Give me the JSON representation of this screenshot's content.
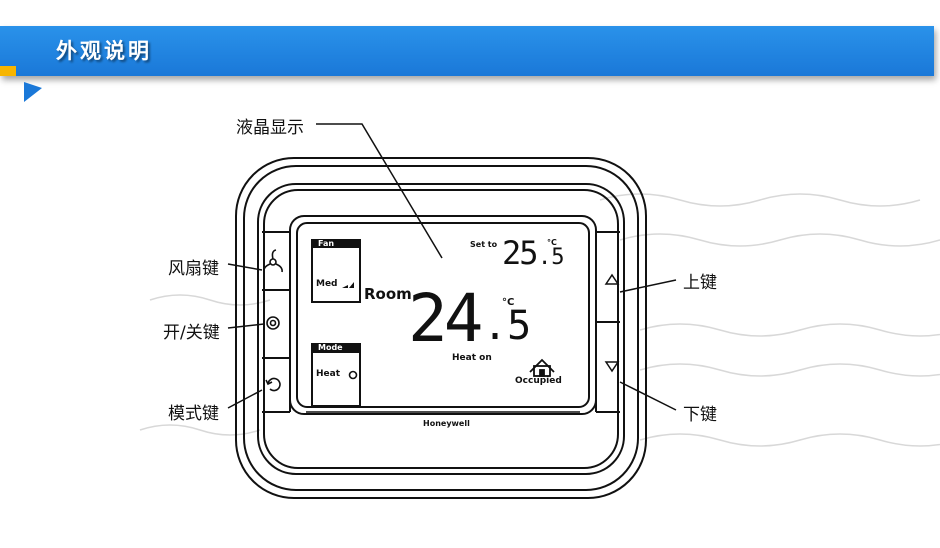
{
  "header": {
    "title": "外观说明"
  },
  "labels": {
    "lcd": "液晶显示",
    "fan_key": "风扇键",
    "power_key": "开/关键",
    "mode_key": "模式键",
    "up_key": "上键",
    "down_key": "下键"
  },
  "lcd": {
    "fan_box_title": "Fan",
    "fan_speed": "Med",
    "mode_box_title": "Mode",
    "mode_value": "Heat",
    "set_to_label": "Set to",
    "set_temp_int": "25",
    "set_temp_dec": ".5",
    "room_label": "Room",
    "room_temp_int": "24",
    "room_temp_dec": ".5",
    "unit": "°C",
    "heat_status": "Heat on",
    "occupancy": "Occupied",
    "brand": "Honeywell"
  },
  "colors": {
    "banner": "#1f85e0",
    "accent_tab": "#f7b500",
    "line": "#111111"
  }
}
